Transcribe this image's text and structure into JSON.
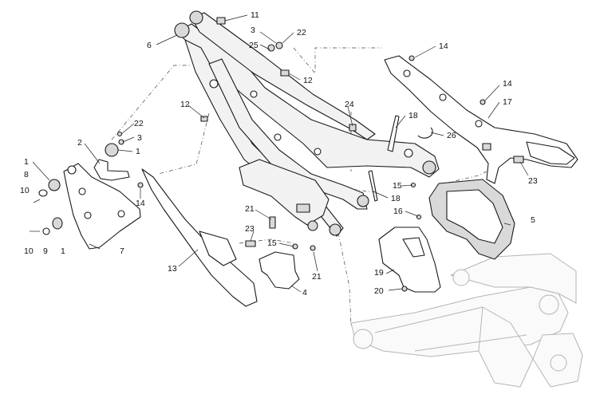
{
  "labels": [
    {
      "text": "11"
    },
    {
      "text": "3"
    },
    {
      "text": "22"
    },
    {
      "text": "25"
    },
    {
      "text": "6"
    },
    {
      "text": "12"
    },
    {
      "text": "14"
    },
    {
      "text": "14"
    },
    {
      "text": "17"
    },
    {
      "text": "12"
    },
    {
      "text": "24"
    },
    {
      "text": "18"
    },
    {
      "text": "26"
    },
    {
      "text": "22"
    },
    {
      "text": "3"
    },
    {
      "text": "2"
    },
    {
      "text": "1"
    },
    {
      "text": "1"
    },
    {
      "text": "8"
    },
    {
      "text": "10"
    },
    {
      "text": "14"
    },
    {
      "text": "23"
    },
    {
      "text": "15"
    },
    {
      "text": "18"
    },
    {
      "text": "16"
    },
    {
      "text": "5"
    },
    {
      "text": "21"
    },
    {
      "text": "23"
    },
    {
      "text": "15"
    },
    {
      "text": "21"
    },
    {
      "text": "10"
    },
    {
      "text": "9"
    },
    {
      "text": "1"
    },
    {
      "text": "7"
    },
    {
      "text": "13"
    },
    {
      "text": "19"
    },
    {
      "text": "20"
    },
    {
      "text": "4"
    }
  ]
}
